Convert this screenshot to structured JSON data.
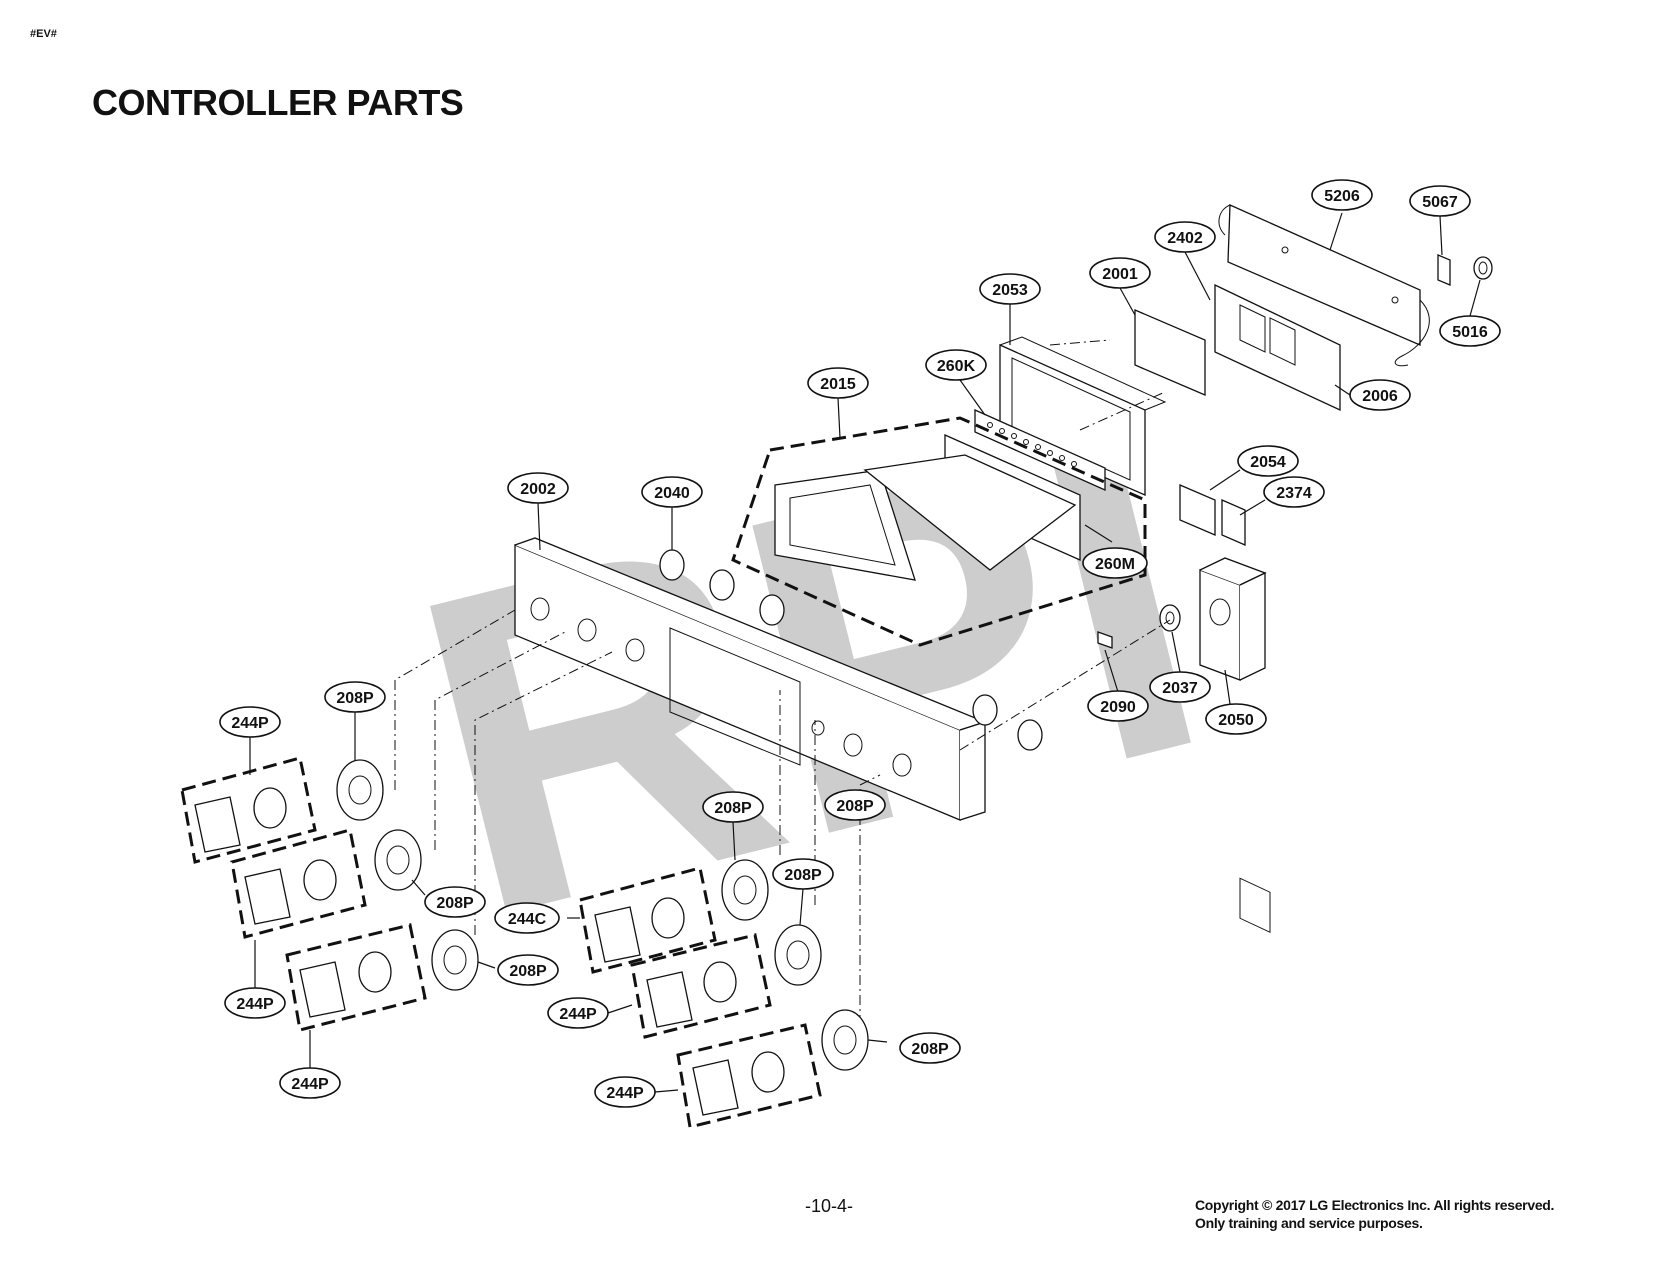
{
  "header": {
    "code": "#EV#",
    "title": "CONTROLLER PARTS"
  },
  "watermark": "RPI",
  "callouts": [
    "5206",
    "5067",
    "2402",
    "5016",
    "2001",
    "2053",
    "2006",
    "260K",
    "2015",
    "2054",
    "2374",
    "2002",
    "2040",
    "260M",
    "2090",
    "2037",
    "2050",
    "244P",
    "208P",
    "208P",
    "208P",
    "208P",
    "208P",
    "244C",
    "208P",
    "208P",
    "244P",
    "244P",
    "244P",
    "244P"
  ],
  "footer": {
    "page_number": "-10-4-",
    "copyright_line1": "Copyright © 2017 LG Electronics Inc. All rights reserved.",
    "copyright_line2": "Only training and service purposes."
  }
}
